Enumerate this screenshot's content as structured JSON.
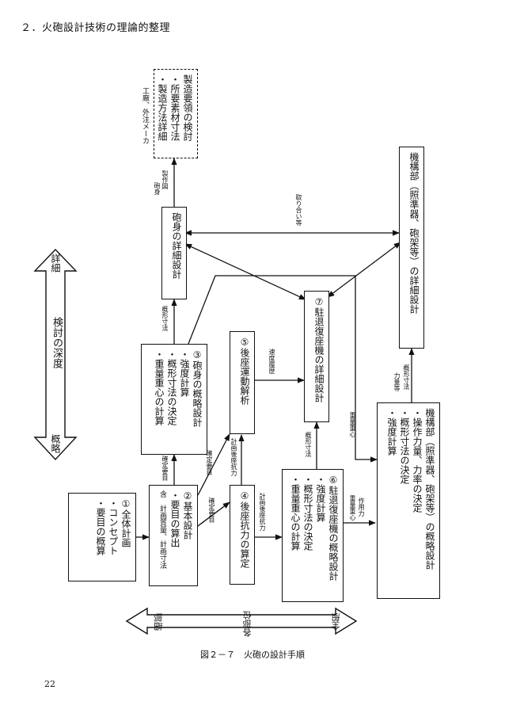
{
  "header": {
    "section_title": "２．火砲設計技術の理論的整理"
  },
  "depth_axis": {
    "label": "検討の深度",
    "detail": "詳細",
    "outline": "概略"
  },
  "left_arrow": {
    "part1": "細部",
    "part2": "各部位",
    "part3": "全般"
  },
  "boxes": {
    "overall": {
      "l1": "①全体計画",
      "l2": "・コンセプト",
      "l3": "・要目の概算"
    },
    "basic": {
      "l1": "②基本設計",
      "l2": "・要目の算出",
      "l3": "含　計画質量、計画寸法"
    },
    "barrel_outline": {
      "l1": "③砲身の概略設計",
      "l2": "・強度計算",
      "l3": "・概形寸法の決定",
      "l4": "・重量重心の計算"
    },
    "recoil_force": {
      "l1": "④後座抗力の算定"
    },
    "recoil_motion": {
      "l1": "⑤後座運動解析"
    },
    "recoil_outline": {
      "l1": "⑥駐退復座機の概略設計",
      "l2": "・強度計算",
      "l3": "・概形寸法の決定",
      "l4": "・重量重心の計算"
    },
    "recoil_detail": {
      "l1": "⑦駐退復座機の詳細設計"
    },
    "barrel_detail": {
      "l1": "砲身の詳細設計"
    },
    "manufacture": {
      "l1": "製造要領の検討",
      "l2": "・所要素材寸法",
      "l3": "・製造方法詳細",
      "note": "工廠、外注メーカ"
    },
    "mech_outline": {
      "l1": "機構部（照準器、砲架等）の概略設計",
      "l2": "・操作力量、力率の決定",
      "l3": "・概形寸法の決定",
      "l4": "・強度計算"
    },
    "mech_detail": {
      "l1": "機構部（照準器、砲架等）の詳細設計"
    }
  },
  "arrow_labels": {
    "kakutei1": "確定要目",
    "kakutei2": "確定要目",
    "kakutei3": "確定要目",
    "keikaku_kouza1": "計画後座抗力",
    "keikaku_kouza2": "計画後座抗力",
    "gaikei1": "概形寸法",
    "gaikei2": "概形寸法",
    "gaikei3": "概形寸法",
    "sokudo": "速度履歴",
    "houshin_zu": "砲身",
    "seisaku_zu": "製作図",
    "toriai": "取り合い等",
    "juryo1": "重量重心",
    "juryo2": "重量重心",
    "sayouryoku": "作用力",
    "rikiryo": "力量等"
  },
  "caption": "図２－７　火砲の設計手順",
  "page_number": "22"
}
